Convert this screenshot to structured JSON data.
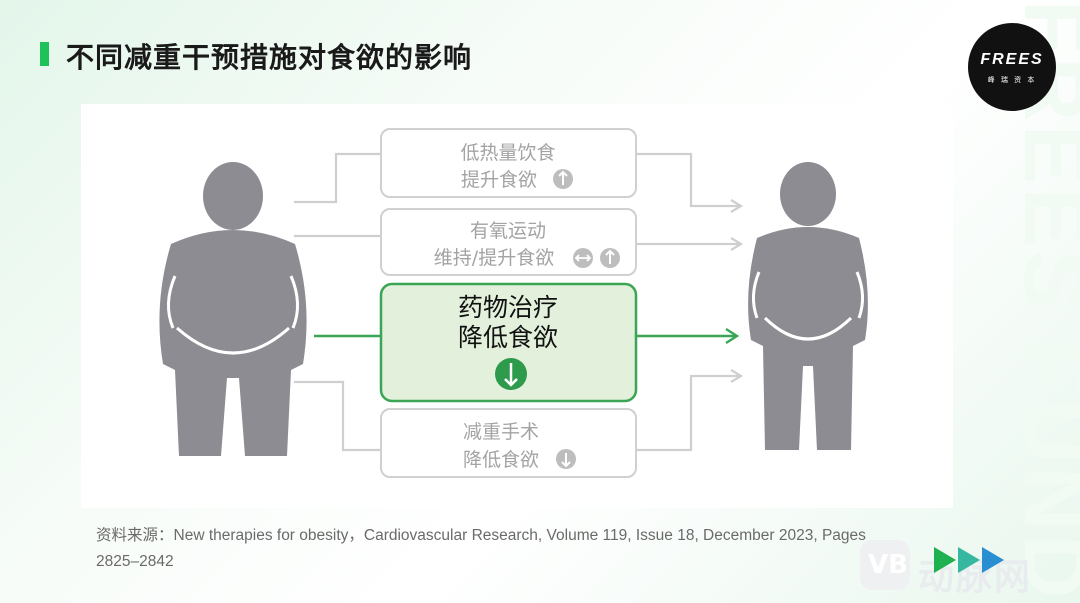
{
  "title": "不同减重干预措施对食欲的影响",
  "logo": {
    "text": "FREES",
    "subtitle": "峰 瑞 资 本"
  },
  "watermark": "FREES FUND",
  "interventions": [
    {
      "name": "低热量饮食",
      "effect": "提升食欲",
      "icons": [
        "arrow-up-icon"
      ],
      "highlighted": false
    },
    {
      "name": "有氧运动",
      "effect": "维持/提升食欲",
      "icons": [
        "arrow-leftright-icon",
        "arrow-up-icon"
      ],
      "highlighted": false
    },
    {
      "name": "药物治疗",
      "effect": "降低食欲",
      "icons": [
        "arrow-down-icon"
      ],
      "highlighted": true
    },
    {
      "name": "减重手术",
      "effect": "降低食欲",
      "icons": [
        "arrow-down-icon"
      ],
      "highlighted": false
    }
  ],
  "source": "资料来源：New therapies for obesity，Cardiovascular Research, Volume 119, Issue 18, December 2023, Pages 2825–2842",
  "brand_mark": {
    "badge": "VB",
    "name": "动脉网"
  },
  "colors": {
    "accent": "#1fc25a",
    "highlight_border": "#3aa655",
    "highlight_fill": "#e2f0dc",
    "muted": "#c8c8c8",
    "figure": "#8c8c92"
  }
}
